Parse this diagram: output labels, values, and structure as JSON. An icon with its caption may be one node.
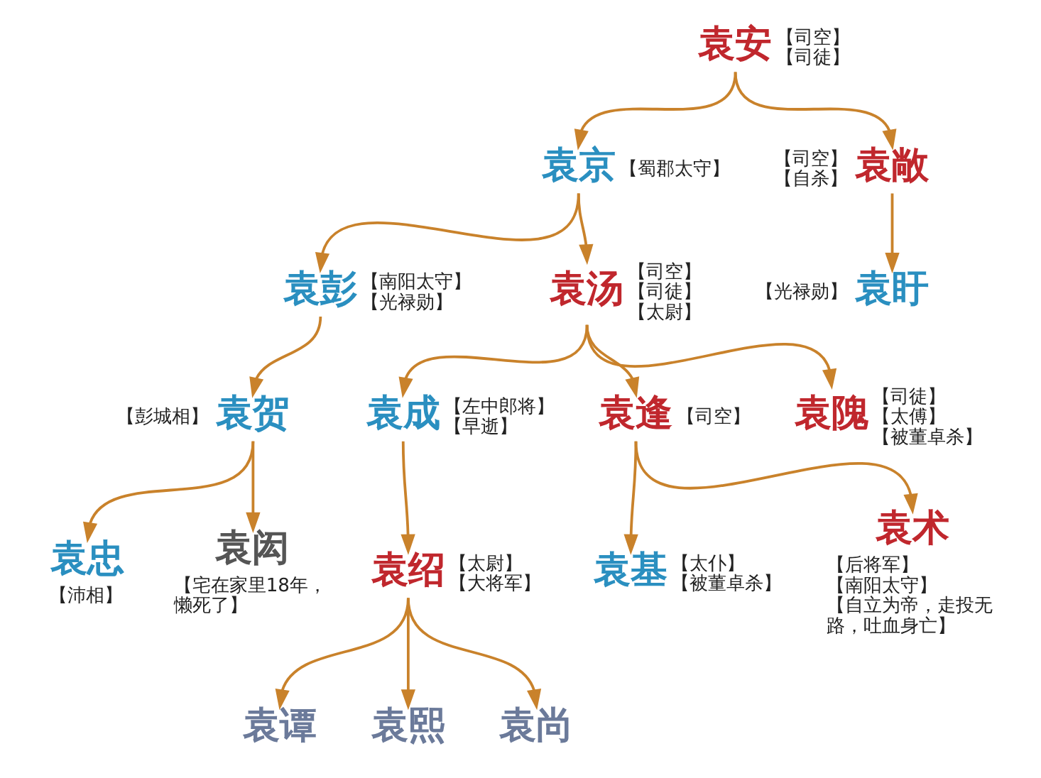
{
  "diagram": {
    "nodes": [
      {
        "text": [
          "袁安"
        ],
        "beside": [
          "【司空】",
          "【司徒】"
        ]
      },
      {
        "text": [
          "袁京"
        ],
        "beside": [
          "【蜀郡太守】"
        ]
      },
      {
        "text": [
          "袁敞"
        ],
        "beside": [
          "【司空】",
          "【自杀】"
        ]
      },
      {
        "text": [
          "袁彭"
        ],
        "beside": [
          "【南阳太守】",
          "【光禄勋】"
        ]
      },
      {
        "text": [
          "袁汤"
        ],
        "beside": [
          "【司空】",
          "【司徒】",
          "【太尉】"
        ]
      },
      {
        "text": [
          "袁盱"
        ],
        "beside": [
          "【光禄勋】"
        ]
      },
      {
        "text": [
          "袁贺"
        ],
        "beside": [
          "【彭城相】"
        ]
      },
      {
        "text": [
          "袁成"
        ],
        "beside": [
          "【左中郎将】",
          "【早逝】"
        ]
      },
      {
        "text": [
          "袁逢"
        ],
        "beside": [
          "【司空】"
        ]
      },
      {
        "text": [
          "袁隗"
        ],
        "beside": [
          "【司徒】",
          "【太傅】",
          "【被董卓杀】"
        ]
      },
      {
        "text": [
          "袁忠"
        ],
        "beside": [
          "【沛相】"
        ]
      },
      {
        "text": [
          "袁闳"
        ],
        "beside": [
          "【宅在家里18年，懒死了】"
        ]
      },
      {
        "text": [
          "袁绍"
        ],
        "beside": [
          "【太尉】",
          "【大将军】"
        ]
      },
      {
        "text": [
          "袁基"
        ],
        "beside": [
          "【太仆】",
          "【被董卓杀】"
        ]
      },
      {
        "text": [
          "袁术"
        ],
        "beside": [
          "【后将军】",
          "【南阳太守】",
          "【自立为帝，走投无路，吐血身亡】"
        ]
      },
      {
        "text": [
          "袁谭"
        ]
      },
      {
        "text": [
          "袁熙"
        ]
      },
      {
        "text": [
          "袁尚"
        ]
      }
    ],
    "edges": [
      {
        "from": 0,
        "to": 1,
        "arrow": "to"
      },
      {
        "from": 0,
        "to": 2,
        "arrow": "to"
      },
      {
        "from": 1,
        "to": 3,
        "arrow": "to"
      },
      {
        "from": 1,
        "to": 4,
        "arrow": "to"
      },
      {
        "from": 2,
        "to": 5,
        "arrow": "to"
      },
      {
        "from": 3,
        "to": 6,
        "arrow": "to"
      },
      {
        "from": 4,
        "to": 7,
        "arrow": "to"
      },
      {
        "from": 4,
        "to": 8,
        "arrow": "to"
      },
      {
        "from": 4,
        "to": 9,
        "arrow": "to"
      },
      {
        "from": 6,
        "to": 10,
        "arrow": "to"
      },
      {
        "from": 6,
        "to": 11,
        "arrow": "to"
      },
      {
        "from": 7,
        "to": 12,
        "arrow": "to"
      },
      {
        "from": 8,
        "to": 13,
        "arrow": "to"
      },
      {
        "from": 8,
        "to": 14,
        "arrow": "to"
      },
      {
        "from": 12,
        "to": 15,
        "arrow": "to"
      },
      {
        "from": 12,
        "to": 16,
        "arrow": "to"
      },
      {
        "from": 12,
        "to": 17,
        "arrow": "to"
      }
    ]
  }
}
